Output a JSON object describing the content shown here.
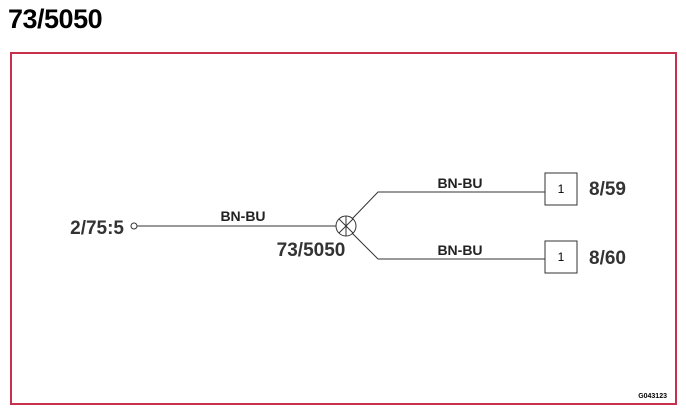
{
  "header": {
    "title": "73/5050"
  },
  "diagram": {
    "frame_color": "#c8314e",
    "source_terminal": "2/75:5",
    "splice_label": "73/5050",
    "wire_in_label": "BN-BU",
    "branches": [
      {
        "wire_label": "BN-BU",
        "pin": "1",
        "destination": "8/59"
      },
      {
        "wire_label": "BN-BU",
        "pin": "1",
        "destination": "8/60"
      }
    ],
    "reference_code": "G043123"
  }
}
